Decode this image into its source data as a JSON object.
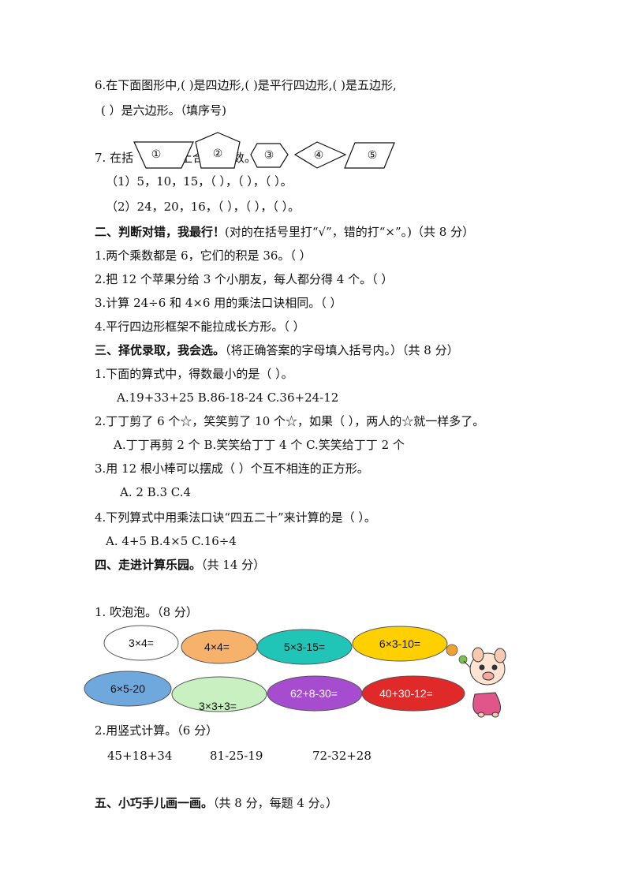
{
  "q6": {
    "line1": "6.在下面图形中,(    )是四边形,(     )是平行四边形,(     )是五边形,",
    "line2": "(     ）是六边形。（填序号)"
  },
  "q7": {
    "stem_left": "7. 在括",
    "stem_mid": "上合",
    "stem_right": "数。",
    "sub1": "（1）5，10，15，（     ），（     ），（     ）。",
    "sub2": "（2）24，20，16，（     ），（     ），（     ）。"
  },
  "shapes": [
    "①",
    "②",
    "③",
    "④",
    "⑤"
  ],
  "sec2": {
    "title": "二、判断对错，我最行！",
    "note": "(对的在括号里打“√”，错的打“×”。)（共 8 分）",
    "items": [
      "1.两个乘数都是 6，它们的积是 36。（     ）",
      "2.把 12 个苹果分给 3 个小朋友，每人都分得 4 个。（     ）",
      "3.计算 24÷6 和 4×6 用的乘法口诀相同。（     ）",
      "4.平行四边形框架不能拉成长方形。（     ）"
    ]
  },
  "sec3": {
    "title": "三、择优录取，我会选。",
    "note": "（将正确答案的字母填入括号内。）（共 8 分）",
    "q1": "1.下面的算式中，得数最小的是（     ）。",
    "q1_opts": "A.19+33+25    B.86-18-24   C.36+24-12",
    "q2": "2.丁丁剪了 6 个☆，笑笑剪了 10 个☆，如果（        ），两人的☆就一样多了。",
    "q2_opts": "A.丁丁再剪 2 个    B.笑笑给丁丁 4 个   C.笑笑给丁丁 2 个",
    "q3": "3.用 12 根小棒可以摆成（       ）个互不相连的正方形。",
    "q3_opts": "A.  2     B.3    C.4",
    "q4": "4.下列算式中用乘法口诀“四五二十”来计算的是（        ）。",
    "q4_opts": "A.  4+5     B.4×5   C.16÷4"
  },
  "sec4": {
    "title": "四、走进计算乐园。",
    "note": "（共 14 分）",
    "q1": "1.  吹泡泡。（8 分）",
    "bubbles": [
      {
        "text": "3×4=",
        "color": "#ffffff"
      },
      {
        "text": "4×4=",
        "color": "#f6b26b"
      },
      {
        "text": "5×3-15=",
        "color": "#20c5b8"
      },
      {
        "text": "6×3-10=",
        "color": "#ffd000"
      },
      {
        "text": "6×5-20",
        "color": "#6fa8dc"
      },
      {
        "text": "3×3+3=",
        "color": "#c9f0c0"
      },
      {
        "text": "62+8-30=",
        "color": "#a64dcf"
      },
      {
        "text": "40+30-12=",
        "color": "#e02a2a"
      }
    ],
    "q2": "2.用竖式计算。（6 分）",
    "calcs": [
      "45+18+34",
      "81-25-19",
      "72-32+28"
    ]
  },
  "sec5": {
    "title": "五、小巧手儿画一画。",
    "note": "（共 8 分，每题 4 分。）"
  }
}
